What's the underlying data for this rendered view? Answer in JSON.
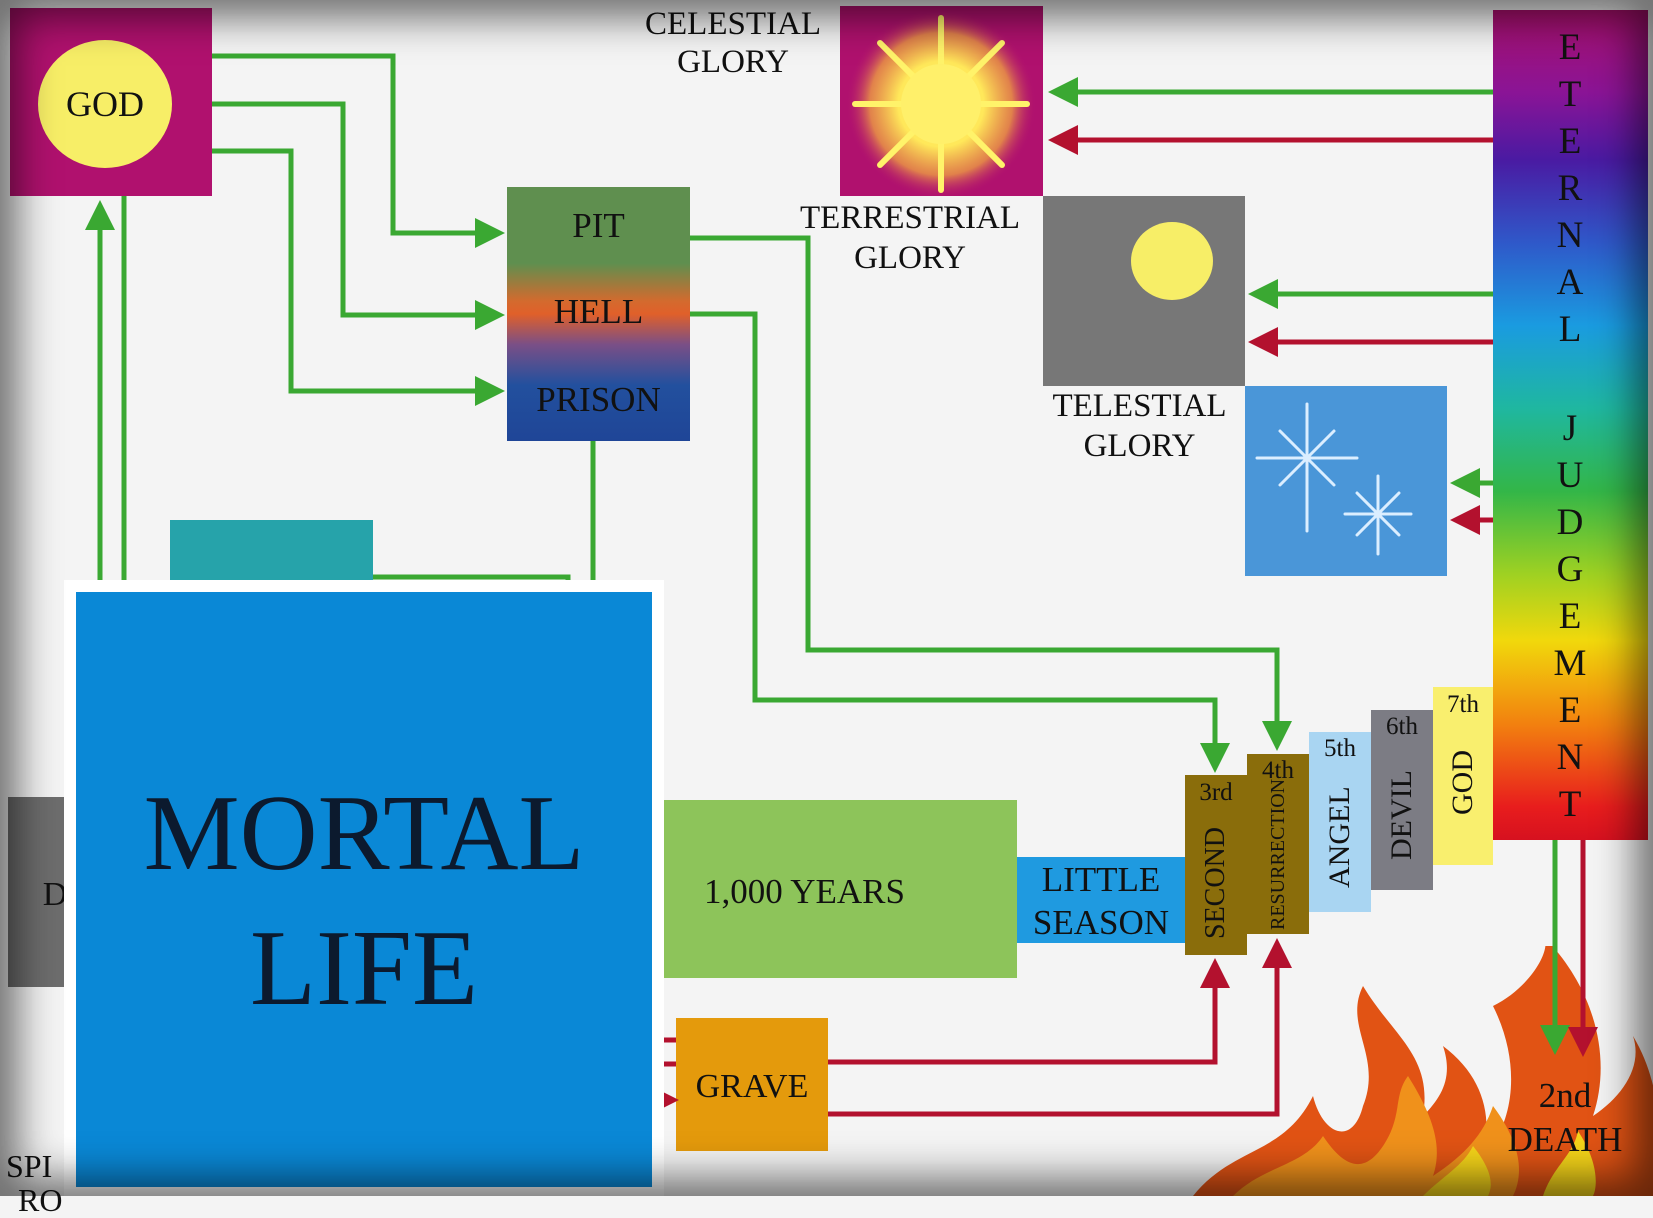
{
  "god": "GOD",
  "pit": "PIT",
  "hell": "HELL",
  "prison": "PRISON",
  "celestial": [
    "CELESTIAL",
    "GLORY"
  ],
  "terrestrial": [
    "TERRESTRIAL",
    "GLORY"
  ],
  "telestial": [
    "TELESTIAL",
    "GLORY"
  ],
  "eternal_judgement": {
    "word1": [
      "E",
      "T",
      "E",
      "R",
      "N",
      "A",
      "L"
    ],
    "word2": [
      "J",
      "U",
      "D",
      "G",
      "E",
      "M",
      "E",
      "N",
      "T"
    ]
  },
  "mortal_life": [
    "MORTAL",
    "LIFE"
  ],
  "thousand_years": "1,000 YEARS",
  "little_season": [
    "LITTLE",
    "SEASON"
  ],
  "grave": "GRAVE",
  "stages": [
    {
      "ord": "3rd",
      "name": "SECOND",
      "color": "#8a6d0b"
    },
    {
      "ord": "4th",
      "name": "RESURRECTION",
      "color": "#8a6d0b"
    },
    {
      "ord": "5th",
      "name": "ANGEL",
      "color": "#a9d5f2"
    },
    {
      "ord": "6th",
      "name": "DEVIL",
      "color": "#7c7c84"
    },
    {
      "ord": "7th",
      "name": "GOD",
      "color": "#f9ef6e"
    }
  ],
  "second_death": [
    "2nd",
    "DEATH"
  ],
  "partial": {
    "left_d": "D",
    "spi": "SPI",
    "bottom_ro": "RO"
  },
  "colors": {
    "green_arrow": "#3aa832",
    "red_arrow": "#b3112e",
    "god_box": "#b0116e",
    "mortal": "#0a88d6"
  }
}
